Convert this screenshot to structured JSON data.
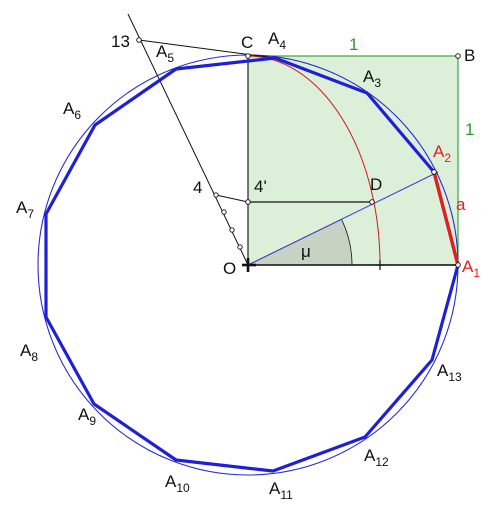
{
  "colors": {
    "polygon": "#1f1fd6",
    "circle": "#2b2bd0",
    "square_fill": "#dcefd8",
    "square_edge": "#3aa63a",
    "red_side": "#e02020",
    "arc": "#d21a1a",
    "sector_fill": "#c7d2c2",
    "construction_line": "#111111",
    "diagonal": "#3a3ad8",
    "text": "#111111",
    "green_text": "#2a9a2a",
    "red_text": "#e02020"
  },
  "labels": {
    "O": "O",
    "C": "C",
    "B": "B",
    "D": "D",
    "mu": "μ",
    "side_a": "a",
    "square_top": "1",
    "square_right": "1",
    "thirteen": "13",
    "four": "4",
    "four_prime": "4'"
  },
  "vertices": [
    {
      "letter": "A",
      "index": "1"
    },
    {
      "letter": "A",
      "index": "2"
    },
    {
      "letter": "A",
      "index": "3"
    },
    {
      "letter": "A",
      "index": "4"
    },
    {
      "letter": "A",
      "index": "5"
    },
    {
      "letter": "A",
      "index": "6"
    },
    {
      "letter": "A",
      "index": "7"
    },
    {
      "letter": "A",
      "index": "8"
    },
    {
      "letter": "A",
      "index": "9"
    },
    {
      "letter": "A",
      "index": "10"
    },
    {
      "letter": "A",
      "index": "11"
    },
    {
      "letter": "A",
      "index": "12"
    },
    {
      "letter": "A",
      "index": "13"
    }
  ]
}
